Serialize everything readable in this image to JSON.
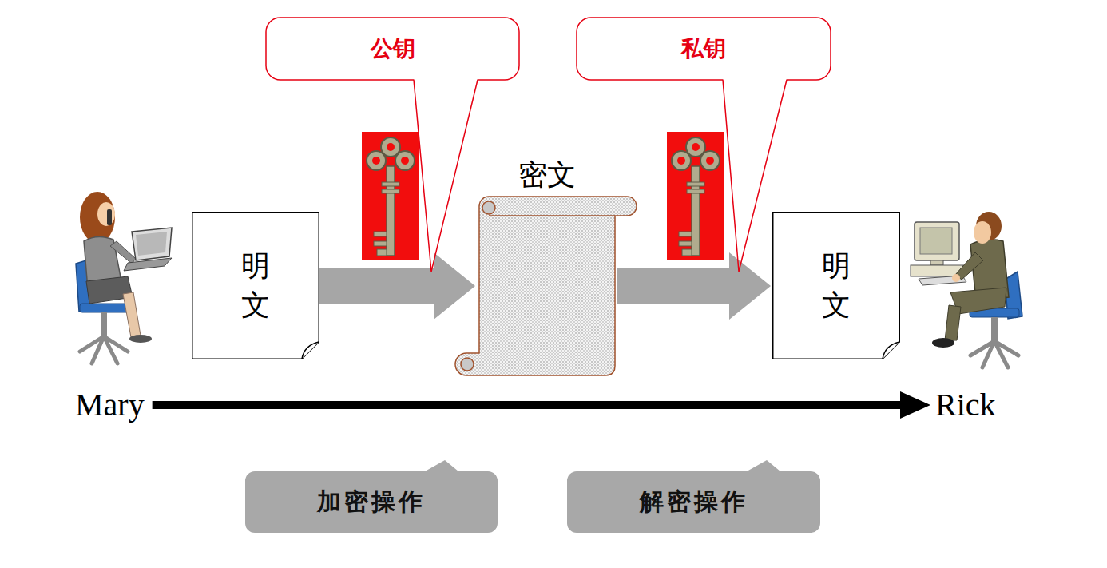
{
  "diagram": {
    "nodes": [
      {
        "text": [
          "公钥"
        ]
      },
      {
        "text": [
          "私钥"
        ]
      },
      {
        "text": [
          "明文"
        ]
      },
      {
        "text": [
          "密文"
        ]
      },
      {
        "text": [
          "明文"
        ]
      },
      {
        "text": [
          "Mary"
        ]
      },
      {
        "text": [
          "Rick"
        ]
      },
      {
        "text": [
          "加密操作"
        ]
      },
      {
        "text": [
          "解密操作"
        ]
      }
    ],
    "edges": [
      {
        "from": 2,
        "to": 3,
        "arrow": "to"
      },
      {
        "from": 3,
        "to": 4,
        "arrow": "to"
      },
      {
        "from": 5,
        "to": 6,
        "arrow": "to"
      }
    ]
  }
}
